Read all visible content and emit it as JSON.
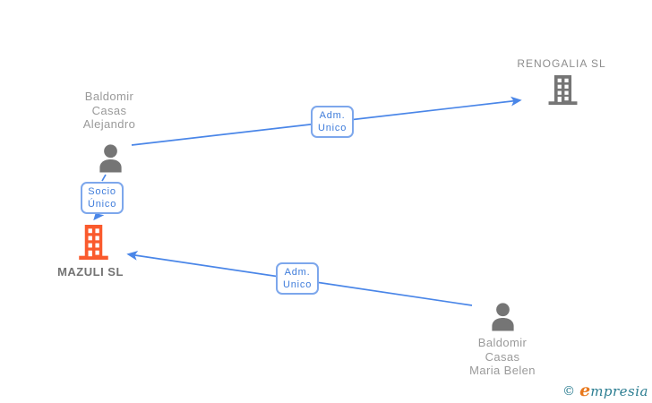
{
  "nodes": {
    "alejandro": {
      "type": "person",
      "line1": "Baldomir",
      "line2": "Casas",
      "line3": "Alejandro"
    },
    "renogalia": {
      "type": "company",
      "name": "RENOGALIA SL"
    },
    "mazuli": {
      "type": "company",
      "name": "MAZULI SL",
      "highlighted": true
    },
    "maria_belen": {
      "type": "person",
      "line1": "Baldomir",
      "line2": "Casas",
      "line3": "Maria Belen"
    }
  },
  "relationships": {
    "socio_unico": {
      "line1": "Socio",
      "line2": "Único",
      "from": "alejandro",
      "to": "mazuli"
    },
    "adm_unico_top": {
      "line1": "Adm.",
      "line2": "Unico",
      "from": "alejandro",
      "to": "renogalia"
    },
    "adm_unico_bottom": {
      "line1": "Adm.",
      "line2": "Unico",
      "from": "maria_belen",
      "to": "mazuli"
    }
  },
  "watermark": {
    "copyright": "©",
    "brand_initial": "e",
    "brand_rest": "mpresia"
  },
  "colors": {
    "edge_blue": "#4a86e8",
    "label_border_blue": "#7da7ec",
    "label_text_blue": "#3e7cdb",
    "icon_gray": "#757575",
    "highlight_orange": "#fa5a2d",
    "name_text_gray": "#9a9a9a",
    "brand_teal": "#2b7d91",
    "brand_orange": "#e8791e"
  }
}
